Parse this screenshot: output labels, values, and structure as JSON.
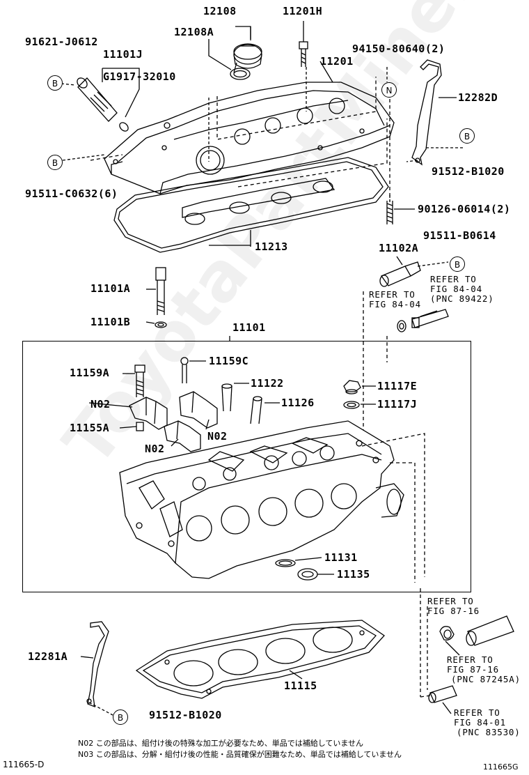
{
  "labels": {
    "p12108": "12108",
    "p12108a": "12108A",
    "p11201h": "11201H",
    "p91621": "91621-J0612",
    "p11101j": "11101J",
    "pG1917": "G1917-32010",
    "p94150": "94150-80640(2)",
    "p11201": "11201",
    "p12282d": "12282D",
    "p91512b_top": "91512-B1020",
    "p91511c": "91511-C0632(6)",
    "p90126": "90126-06014(2)",
    "p11213": "11213",
    "p91511b": "91511-B0614",
    "p11102a": "11102A",
    "p11101a": "11101A",
    "p11101b": "11101B",
    "p11101": "11101",
    "p11159a": "11159A",
    "p11159c": "11159C",
    "p11122": "11122",
    "p11117e": "11117E",
    "p11126": "11126",
    "p11117j": "11117J",
    "pN02_a": "N02",
    "p11155a": "11155A",
    "pN02_b": "N02",
    "pN02_c": "N02",
    "p11131": "11131",
    "p11135": "11135",
    "p12281a": "12281A",
    "p11115": "11115",
    "p91512b_bot": "91512-B1020"
  },
  "refs": {
    "r1_l1": "REFER TO",
    "r1_l2": "FIG 84-04",
    "r1_l3": "(PNC 89422)",
    "r2_l1": "REFER TO",
    "r2_l2": "FIG 84-04",
    "r3_l1": "REFER TO",
    "r3_l2": "FIG 87-16",
    "r4_l1": "REFER TO",
    "r4_l2": "FIG 87-16",
    "r4_l3": "(PNC 87245A)",
    "r5_l1": "REFER TO",
    "r5_l2": "FIG 84-01",
    "r5_l3": "(PNC 83530)"
  },
  "callouts": {
    "b1": "B",
    "b2": "B",
    "b3": "B",
    "b4": "B",
    "b5": "B",
    "n1": "N"
  },
  "notes": {
    "n02": "N02 この部品は、組付け後の特殊な加工が必要なため、単品では補給していません",
    "n03": "N03 この部品は、分解・組付け後の性能・品質確保が困難なため、単品では補給していません"
  },
  "footer": {
    "left": "111665-D",
    "right": "111665G"
  },
  "watermark": "ToyotaPartMine.ru"
}
